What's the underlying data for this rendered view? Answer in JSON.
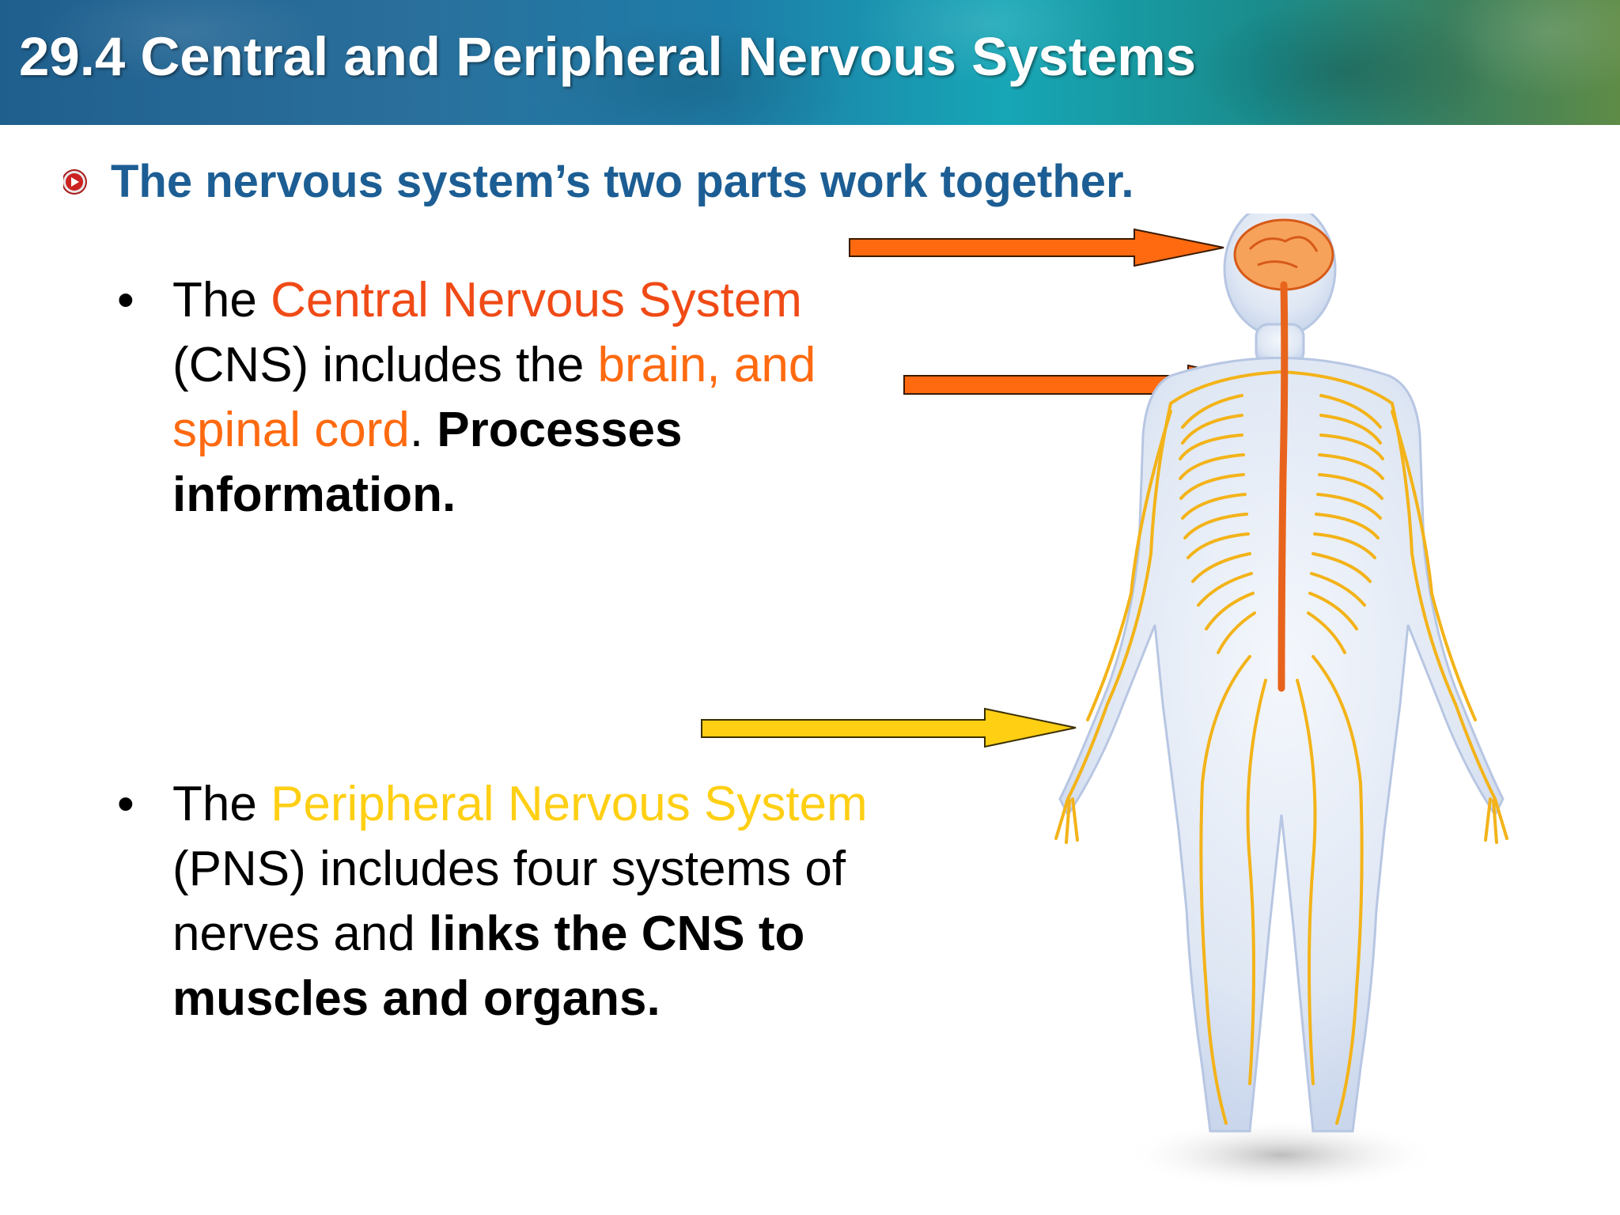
{
  "header": {
    "title": "29.4 Central and Peripheral Nervous Systems",
    "colors": {
      "bar_start": "#1f5f8e",
      "bar_end": "#5f8c47",
      "title": "#ffffff"
    }
  },
  "subheading": {
    "icon": "play-bullet-icon",
    "text": "The nervous system’s two parts work together.",
    "color": "#1c5e94"
  },
  "bullets": [
    {
      "marker": "•",
      "parts": [
        "The ",
        "Central Nervous System",
        " (CNS) includes the ",
        "brain, and spinal cord",
        ". ",
        "Processes information."
      ]
    },
    {
      "marker": "•",
      "parts": [
        "The ",
        "Peripheral Nervous System",
        " (PNS) includes four systems of nerves and ",
        "links the CNS to muscles and organs."
      ]
    }
  ],
  "arrows": [
    {
      "points_to": "brain",
      "color": "#ff6a10"
    },
    {
      "points_to": "spinal-cord",
      "color": "#ff6a10"
    },
    {
      "points_to": "peripheral-nerves-hand",
      "color": "#ffcf14"
    }
  ],
  "figure": {
    "subject": "human-nervous-system",
    "colors": {
      "body": "#dde6f3",
      "nerves": "#f3b319",
      "cns": "#e8641c"
    }
  }
}
